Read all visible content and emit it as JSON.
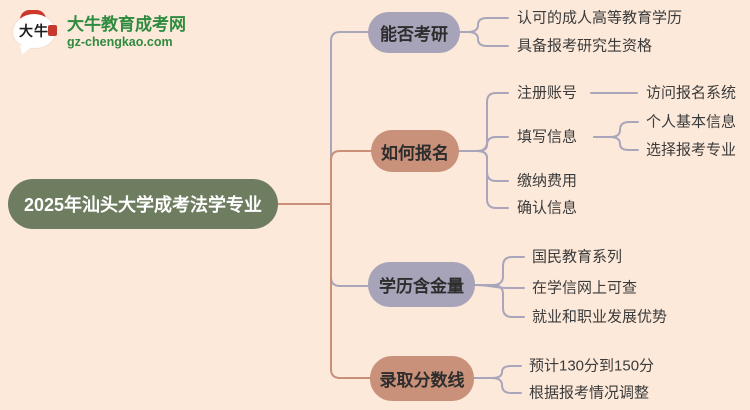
{
  "brand": {
    "logo_text": "大牛",
    "site_name": "大牛教育成考网",
    "site_url": "gz-chengkao.com"
  },
  "root": {
    "label": "2025年汕头大学成考法学专业"
  },
  "branches": [
    {
      "label": "能否考研",
      "fill": "#a7a3b8",
      "children": [
        {
          "label": "认可的成人高等教育学历"
        },
        {
          "label": "具备报考研究生资格"
        }
      ]
    },
    {
      "label": "如何报名",
      "fill": "#c9907a",
      "children": [
        {
          "label": "注册账号",
          "children": [
            {
              "label": "访问报名系统"
            }
          ]
        },
        {
          "label": "填写信息",
          "children": [
            {
              "label": "个人基本信息"
            },
            {
              "label": "选择报考专业"
            }
          ]
        },
        {
          "label": "缴纳费用"
        },
        {
          "label": "确认信息"
        }
      ]
    },
    {
      "label": "学历含金量",
      "fill": "#a7a3b8",
      "children": [
        {
          "label": "国民教育系列"
        },
        {
          "label": "在学信网上可查"
        },
        {
          "label": "就业和职业发展优势"
        }
      ]
    },
    {
      "label": "录取分数线",
      "fill": "#c9907a",
      "children": [
        {
          "label": "预计130分到150分"
        },
        {
          "label": "根据报考情况调整"
        }
      ]
    }
  ],
  "colors": {
    "background": "#fce9da",
    "root_fill": "#6e7d60",
    "root_text": "#ffffff",
    "pill_purple": "#a7a3b8",
    "pill_salmon": "#c9907a",
    "line_purple": "#a9a5bb",
    "line_salmon": "#c98f78",
    "leaf_text": "#3b3b3b",
    "brand_green": "#2e8b3f",
    "logo_red": "#cf372c"
  }
}
